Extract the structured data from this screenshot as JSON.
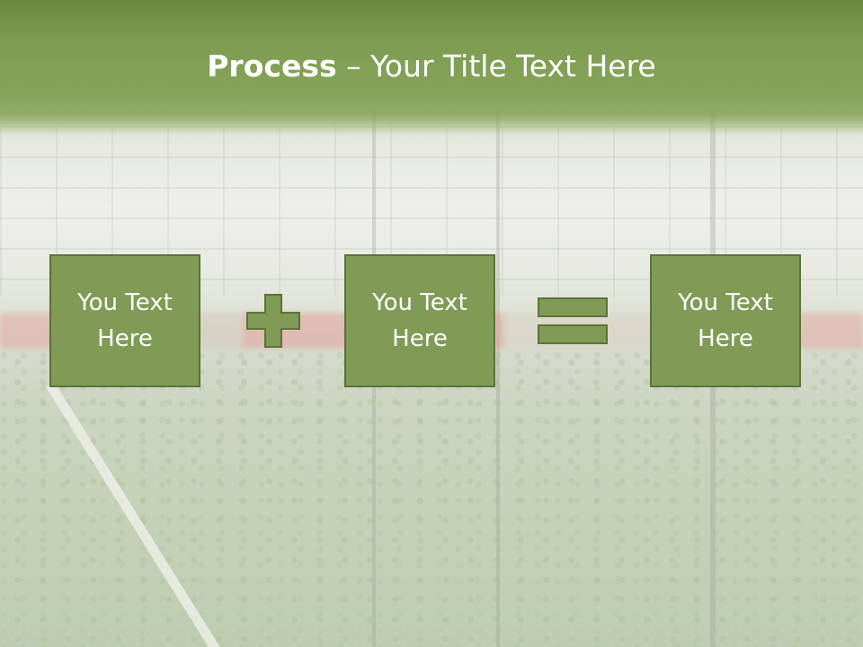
{
  "title": {
    "strong": "Process",
    "rest": " – Your Title Text Here"
  },
  "boxes": [
    {
      "line1": "You Text",
      "line2": "Here"
    },
    {
      "line1": "You Text",
      "line2": "Here"
    },
    {
      "line1": "You Text",
      "line2": "Here"
    }
  ],
  "operators": {
    "first": "plus-icon",
    "second": "equals-icon"
  },
  "colors": {
    "title_band": "#7e9d52",
    "box_fill": "#7f9b55",
    "box_border": "#5b7238",
    "text": "#ffffff"
  }
}
